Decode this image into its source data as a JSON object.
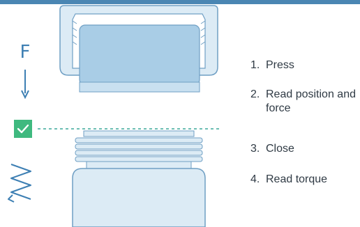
{
  "diagram": {
    "force_label": "F",
    "steps": [
      {
        "number": "1.",
        "text": "Press"
      },
      {
        "number": "2.",
        "text": "Read position and force"
      },
      {
        "number": "3.",
        "text": "Close"
      },
      {
        "number": "4.",
        "text": "Read torque"
      }
    ],
    "colors": {
      "accent_bar": "#4a86b3",
      "arrow": "#3d7fb3",
      "cap_light": "#dcebf5",
      "cap_dark": "#a9cde6",
      "outline": "#6f9fc4",
      "check_fill": "#3fb97f",
      "dashed_line": "#3aa99a",
      "text": "#2f3a44"
    },
    "icons": [
      "down-arrow-icon",
      "rotation-arrow-icon",
      "checkmark-icon"
    ]
  }
}
